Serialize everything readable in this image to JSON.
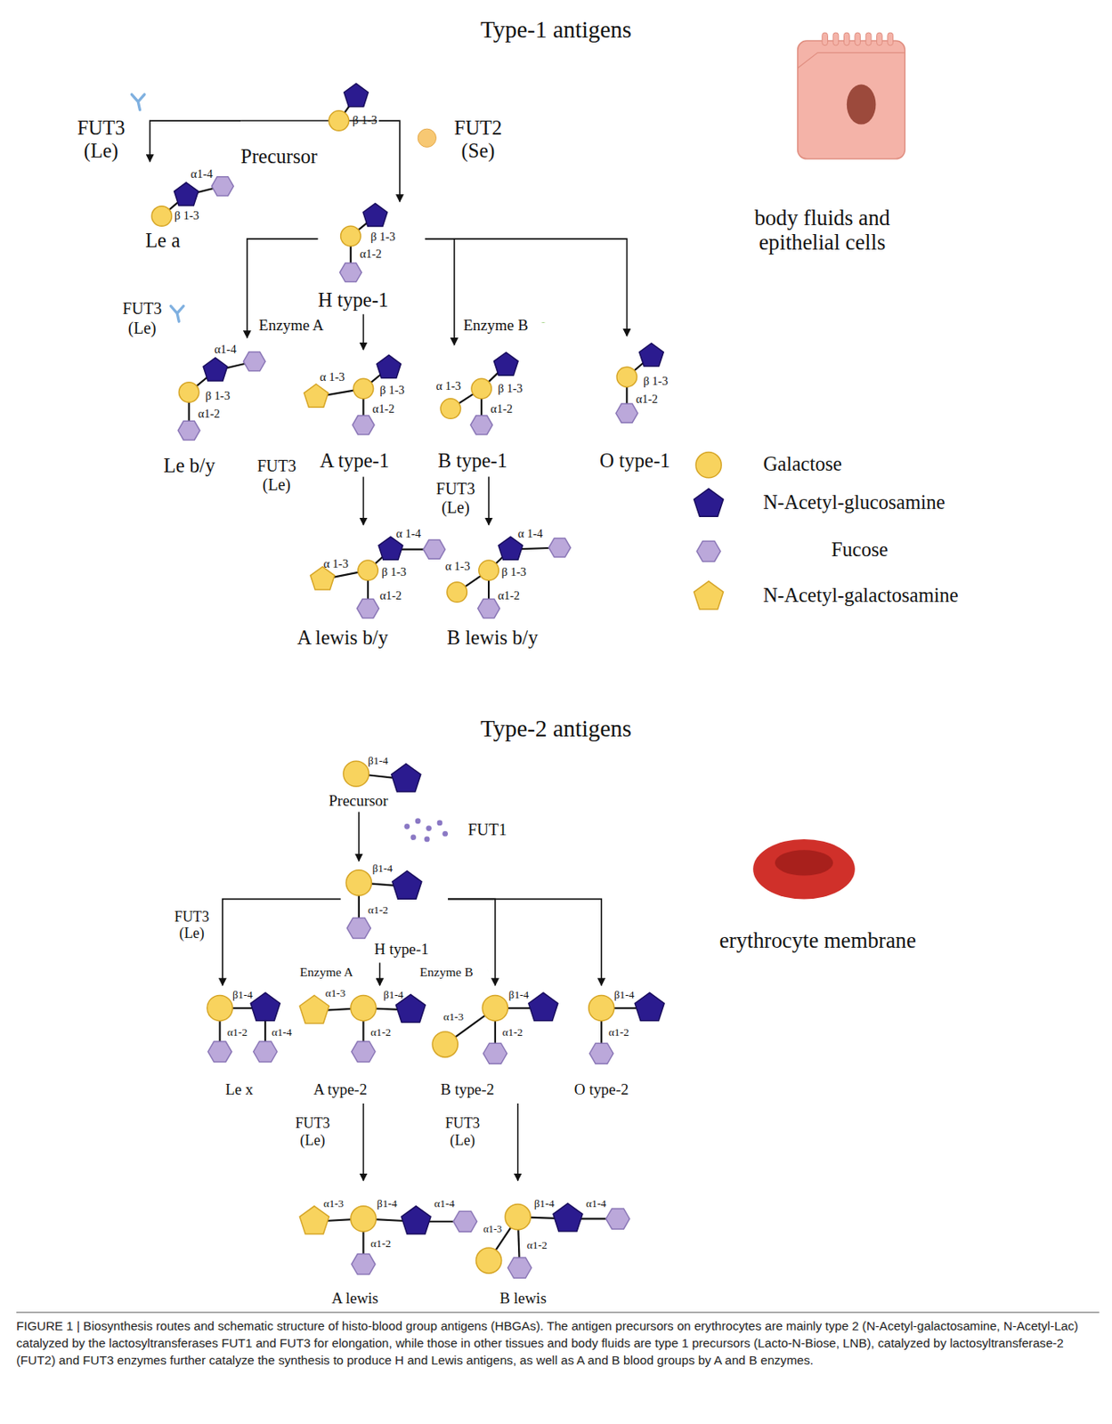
{
  "diagram": {
    "caption": "FIGURE 1 | Biosynthesis routes and schematic structure of histo-blood group antigens (HBGAs). The antigen precursors on erythrocytes are mainly type 2 (N-Acetyl-galactosamine, N-Acetyl-Lac) catalyzed by the lactosyltransferases FUT1 and FUT3 for elongation, while those in other tissues and body fluids are type 1 precursors (Lacto-N-Biose, LNB), catalyzed by lactosyltransferase-2 (FUT2) and FUT3 enzymes further catalyze the synthesis to produce H and Lewis antigens, as well as A and B blood groups by A and B enzymes.",
    "nodes": [
      {
        "text": [
          "β 1-3",
          "Precursor"
        ]
      },
      {
        "text": [
          "α1-4",
          "β 1-3",
          "Le a"
        ]
      },
      {
        "text": [
          "β 1-3",
          "α1-2",
          "H type-1"
        ]
      },
      {
        "text": [
          "α1-4",
          "β 1-3",
          "α1-2",
          "Le b/y"
        ]
      },
      {
        "text": [
          "α 1-3",
          "β 1-3",
          "α1-2",
          "A type-1"
        ]
      },
      {
        "text": [
          "α 1-3",
          "β 1-3",
          "α1-2",
          "B type-1"
        ]
      },
      {
        "text": [
          "β 1-3",
          "α1-2",
          "O type-1"
        ]
      },
      {
        "text": [
          "α 1-4",
          "α 1-3",
          "β 1-3",
          "α1-2",
          "A lewis b/y"
        ]
      },
      {
        "text": [
          "α 1-4",
          "α 1-3",
          "β 1-3",
          "α1-2",
          "B lewis b/y"
        ]
      },
      {
        "text": [
          "β1-4",
          "Precursor"
        ]
      },
      {
        "text": [
          "β1-4",
          "α1-2",
          "H type-1"
        ]
      },
      {
        "text": [
          "β1-4",
          "α1-2",
          "α1-4",
          "Le x"
        ]
      },
      {
        "text": [
          "α1-3",
          "β1-4",
          "α1-2",
          "A type-2"
        ]
      },
      {
        "text": [
          "α1-3",
          "β1-4",
          "α1-2",
          "B type-2"
        ]
      },
      {
        "text": [
          "β1-4",
          "α1-2",
          "O type-2"
        ]
      },
      {
        "text": [
          "α1-3",
          "β1-4",
          "α1-4",
          "α1-2",
          "A lewis"
        ]
      },
      {
        "text": [
          "α1-3",
          "β1-4",
          "α1-4",
          "α1-2",
          "B lewis"
        ]
      }
    ],
    "edges": [
      {
        "from": 0,
        "to": 1,
        "arrow": "to"
      },
      {
        "from": 0,
        "to": 2,
        "arrow": "to"
      },
      {
        "from": 2,
        "to": 3,
        "arrow": "to"
      },
      {
        "from": 2,
        "to": 4,
        "arrow": "to"
      },
      {
        "from": 2,
        "to": 5,
        "arrow": "to"
      },
      {
        "from": 2,
        "to": 6,
        "arrow": "to"
      },
      {
        "from": 4,
        "to": 7,
        "arrow": "to"
      },
      {
        "from": 5,
        "to": 8,
        "arrow": "to"
      },
      {
        "from": 9,
        "to": 10,
        "arrow": "to"
      },
      {
        "from": 10,
        "to": 11,
        "arrow": "to"
      },
      {
        "from": 10,
        "to": 12,
        "arrow": "to"
      },
      {
        "from": 10,
        "to": 13,
        "arrow": "to"
      },
      {
        "from": 10,
        "to": 14,
        "arrow": "to"
      },
      {
        "from": 12,
        "to": 15,
        "arrow": "to"
      },
      {
        "from": 13,
        "to": 16,
        "arrow": "to"
      }
    ],
    "labels": [
      "Type-1 antigens",
      "FUT3 (Le)",
      "FUT2 (Se)",
      "FUT3 (Le)",
      "Enzyme A",
      "Enzyme B",
      "FUT3 (Le)",
      "FUT3 (Le)",
      "body fluids and epithelial cells",
      "Type-2 antigens",
      "FUT1",
      "FUT3 (Le)",
      "Enzyme A",
      "Enzyme B",
      "FUT3 (Le)",
      "FUT3 (Le)",
      "erythrocyte membrane"
    ],
    "legend": [
      {
        "text": "Galactose"
      },
      {
        "text": "N-Acetyl-glucosamine"
      },
      {
        "text": "Fucose"
      },
      {
        "text": "N-Acetyl-galactosamine"
      }
    ]
  }
}
